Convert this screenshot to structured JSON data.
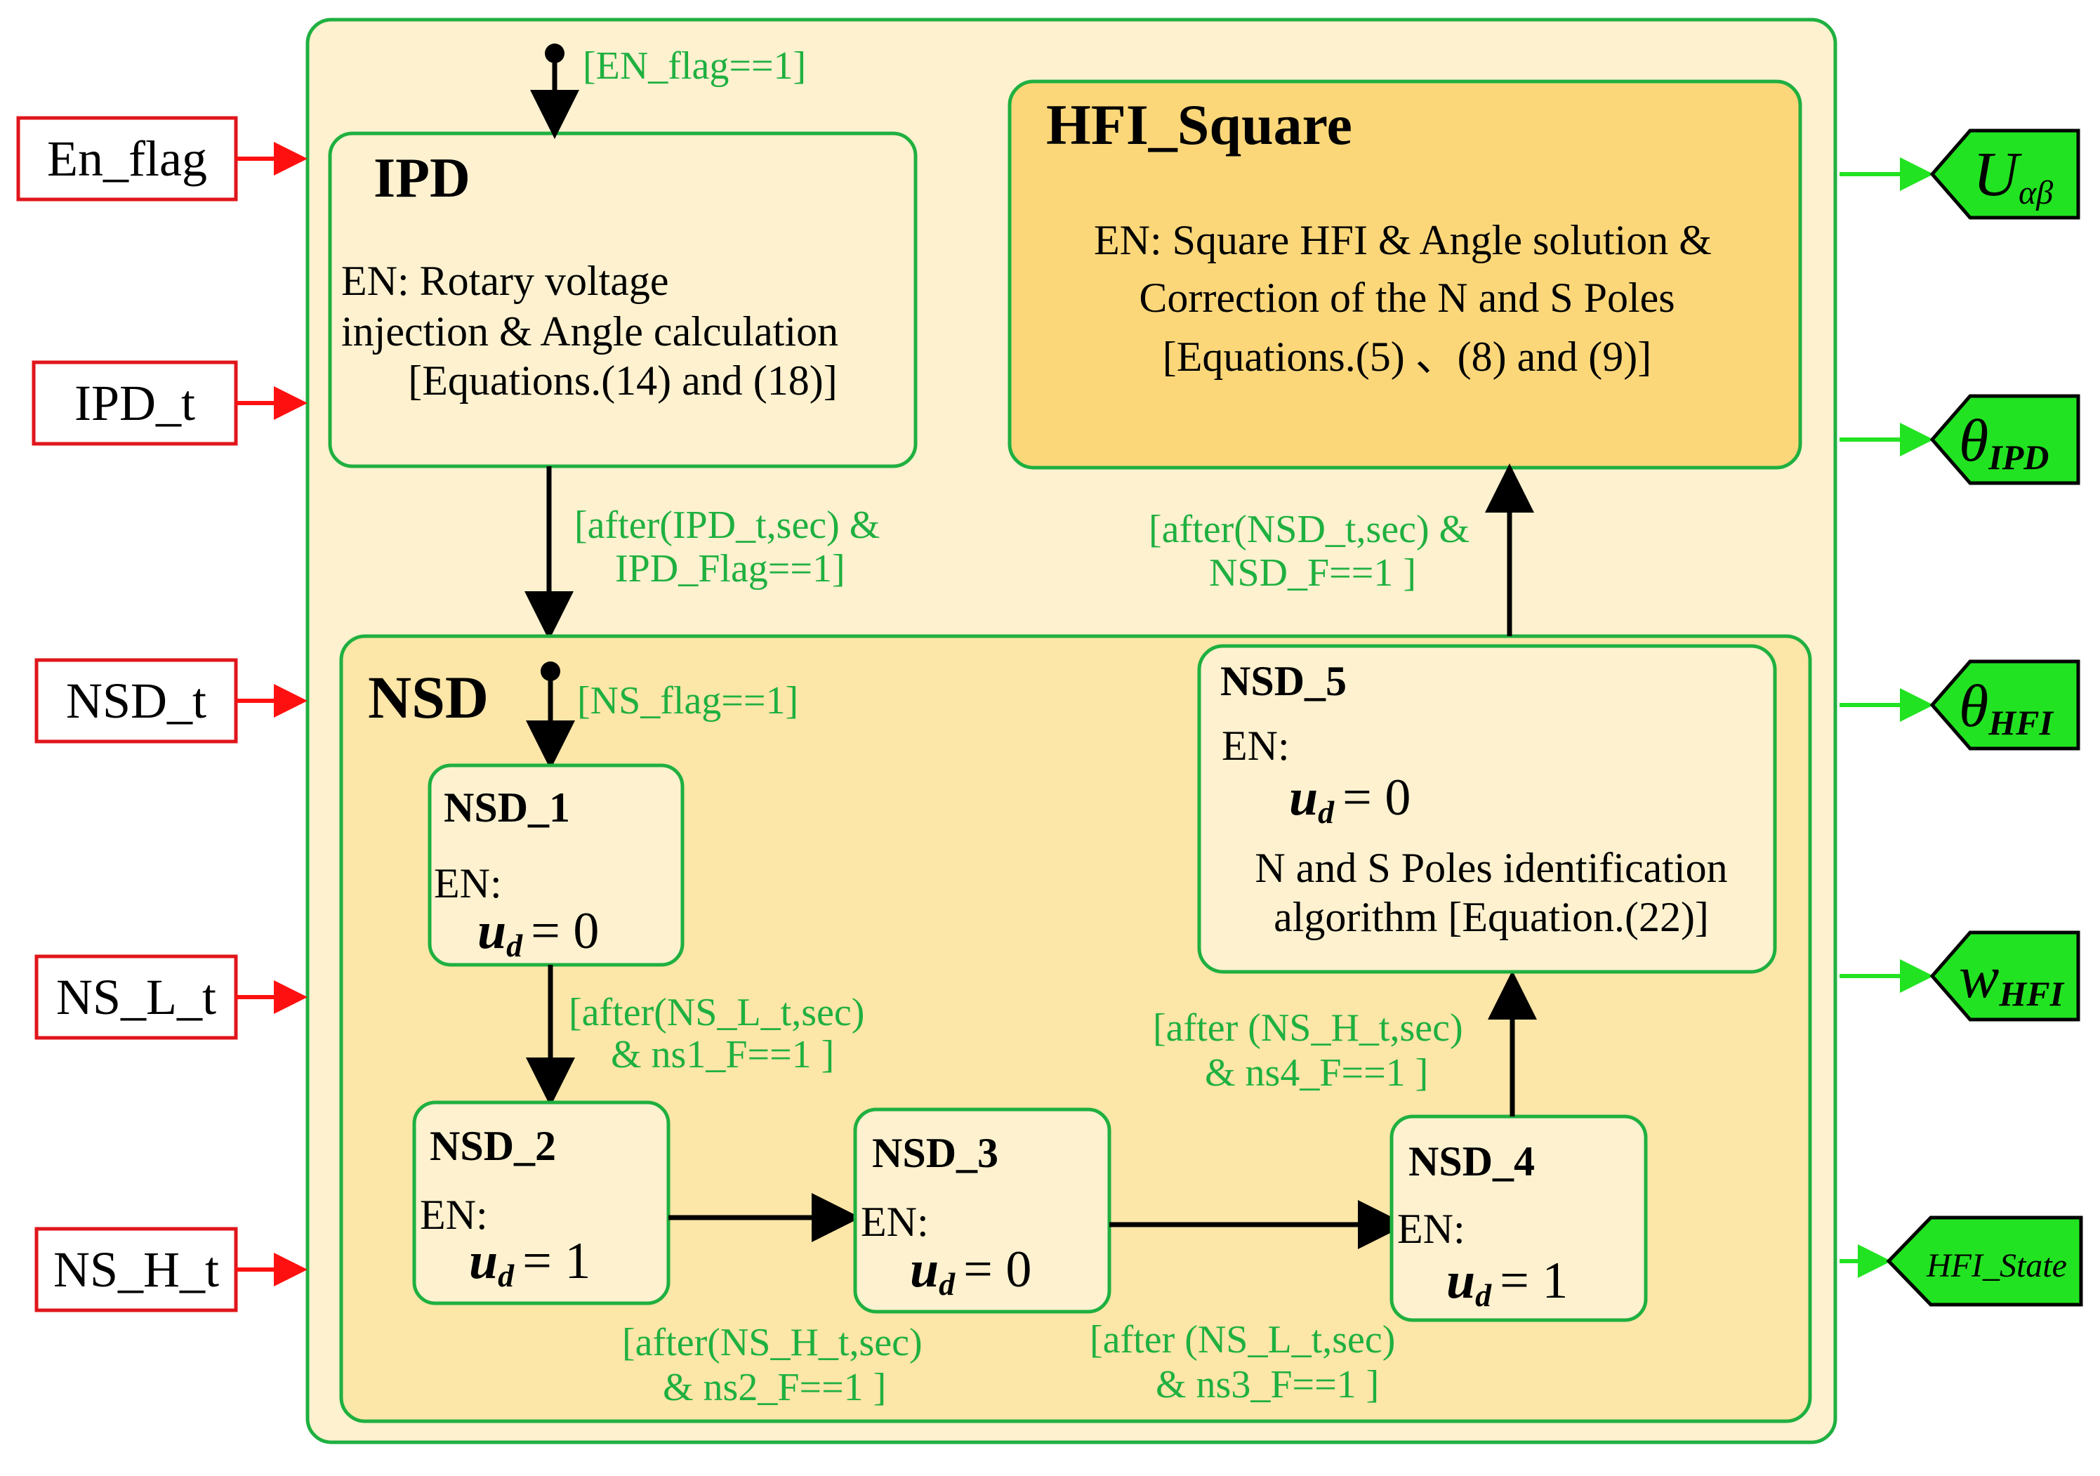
{
  "inputs": [
    "En_flag",
    "IPD_t",
    "NSD_t",
    "NS_L_t",
    "NS_H_t"
  ],
  "outputs": [
    {
      "main": "U",
      "sub": "αβ"
    },
    {
      "main": "θ",
      "sub": "IPD"
    },
    {
      "main": "θ",
      "sub": "HFI"
    },
    {
      "main": "w",
      "sub": "HFI"
    },
    {
      "main": "HFI_State",
      "sub": ""
    }
  ],
  "ipd": {
    "title": "IPD",
    "line1": "EN: Rotary voltage",
    "line2": "injection & Angle calculation",
    "line3": "[Equations.(14) and (18)]"
  },
  "hfi": {
    "title": "HFI_Square",
    "line1": "EN: Square HFI & Angle solution &",
    "line2": "Correction of the N and S Poles",
    "line3": "[Equations.(5) 、(8) and (9)]"
  },
  "nsd": {
    "title": "NSD",
    "s1": {
      "title": "NSD_1",
      "en": "EN:",
      "u": "u",
      "sub": "d",
      "val": "= 0"
    },
    "s2": {
      "title": "NSD_2",
      "en": "EN:",
      "u": "u",
      "sub": "d",
      "val": "= 1"
    },
    "s3": {
      "title": "NSD_3",
      "en": "EN:",
      "u": "u",
      "sub": "d",
      "val": "= 0"
    },
    "s4": {
      "title": "NSD_4",
      "en": "EN:",
      "u": "u",
      "sub": "d",
      "val": "= 1"
    },
    "s5": {
      "title": "NSD_5",
      "en": "EN:",
      "u": "u",
      "sub": "d",
      "val": "= 0",
      "line1": "N and S Poles identification",
      "line2": "algorithm [Equation.(22)]"
    }
  },
  "conditions": {
    "en_flag": "[EN_flag==1]",
    "ipd_nsd_1": "[after(IPD_t,sec) &",
    "ipd_nsd_2": "IPD_Flag==1]",
    "nsd_hfi_1": "[after(NSD_t,sec) &",
    "nsd_hfi_2": "NSD_F==1 ]",
    "ns_flag": "[NS_flag==1]",
    "s1_s2_1": "[after(NS_L_t,sec)",
    "s1_s2_2": "& ns1_F==1 ]",
    "s2_s3_1": "[after(NS_H_t,sec)",
    "s2_s3_2": "& ns2_F==1 ]",
    "s3_s4_1": "[after (NS_L_t,sec)",
    "s3_s4_2": "& ns3_F==1 ]",
    "s4_s5_1": "[after (NS_H_t,sec)",
    "s4_s5_2": "& ns4_F==1 ]"
  },
  "colors": {
    "outer_fill": "#fdf1cf",
    "nsd_fill": "#fce6a8",
    "state_fill": "#fdf1cf",
    "hfi_fill": "#fbd77a",
    "border_green": "#1fb040",
    "input_red": "#e0161b",
    "output_green": "#22e322"
  }
}
